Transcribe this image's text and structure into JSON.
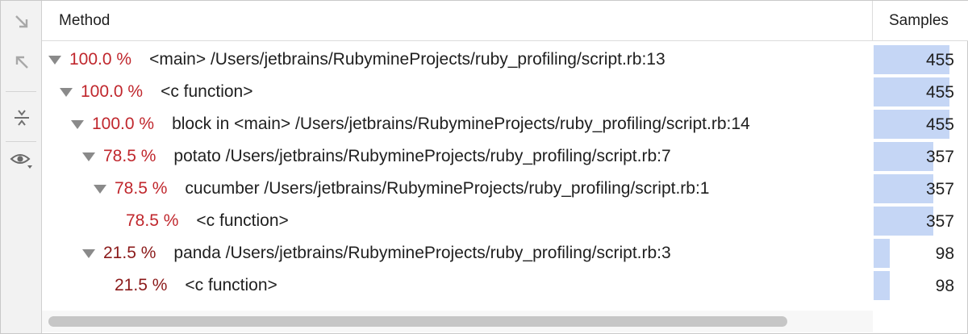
{
  "toolbar": {
    "buttons": [
      {
        "icon": "expand-arrow-icon"
      },
      {
        "icon": "collapse-arrow-icon"
      },
      {
        "icon": "merge-callees-icon"
      },
      {
        "icon": "eye-icon"
      }
    ]
  },
  "header": {
    "method_label": "Method",
    "samples_label": "Samples"
  },
  "rows": [
    {
      "percent": "100.0 %",
      "method": "<main> /Users/jetbrains/RubymineProjects/ruby_profiling/script.rb:13",
      "samples": "455",
      "fraction": 1.0,
      "depth": 0,
      "expanded": true
    },
    {
      "percent": "100.0 %",
      "method": "<c function>",
      "samples": "455",
      "fraction": 1.0,
      "depth": 1,
      "expanded": true
    },
    {
      "percent": "100.0 %",
      "method": "block in <main> /Users/jetbrains/RubymineProjects/ruby_profiling/script.rb:14",
      "samples": "455",
      "fraction": 1.0,
      "depth": 2,
      "expanded": true
    },
    {
      "percent": "78.5 %",
      "method": "potato /Users/jetbrains/RubymineProjects/ruby_profiling/script.rb:7",
      "samples": "357",
      "fraction": 0.785,
      "depth": 3,
      "expanded": true
    },
    {
      "percent": "78.5 %",
      "method": "cucumber /Users/jetbrains/RubymineProjects/ruby_profiling/script.rb:1",
      "samples": "357",
      "fraction": 0.785,
      "depth": 4,
      "expanded": true
    },
    {
      "percent": "78.5 %",
      "method": "<c function>",
      "samples": "357",
      "fraction": 0.785,
      "depth": 5,
      "expanded": false
    },
    {
      "percent": "21.5 %",
      "method": "panda /Users/jetbrains/RubymineProjects/ruby_profiling/script.rb:3",
      "samples": "98",
      "fraction": 0.215,
      "depth": 3,
      "expanded": true
    },
    {
      "percent": "21.5 %",
      "method": "<c function>",
      "samples": "98",
      "fraction": 0.215,
      "depth": 4,
      "expanded": false
    }
  ],
  "colors": {
    "percent_high": "#c0272d",
    "percent_low": "#8b1a1a",
    "sample_bar": "#c5d6f5"
  }
}
